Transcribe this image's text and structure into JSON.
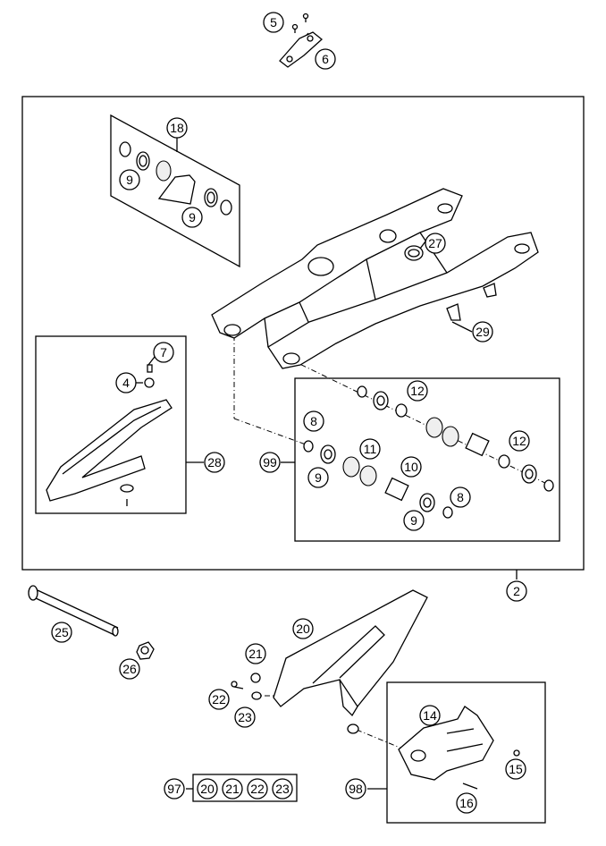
{
  "callouts": {
    "c5": "5",
    "c6": "6",
    "c18": "18",
    "c9a": "9",
    "c9b": "9",
    "c27": "27",
    "c7": "7",
    "c4": "4",
    "c29": "29",
    "c28": "28",
    "c12a": "12",
    "c8a": "8",
    "c11": "11",
    "c12b": "12",
    "c99": "99",
    "c10": "10",
    "c9c": "9",
    "c8b": "8",
    "c9d": "9",
    "c2": "2",
    "c25": "25",
    "c20": "20",
    "c21": "21",
    "c26": "26",
    "c22": "22",
    "c23": "23",
    "c14": "14",
    "c15": "15",
    "c97": "97",
    "k20": "20",
    "k21": "21",
    "k22": "22",
    "k23": "23",
    "c98": "98",
    "c16": "16"
  }
}
